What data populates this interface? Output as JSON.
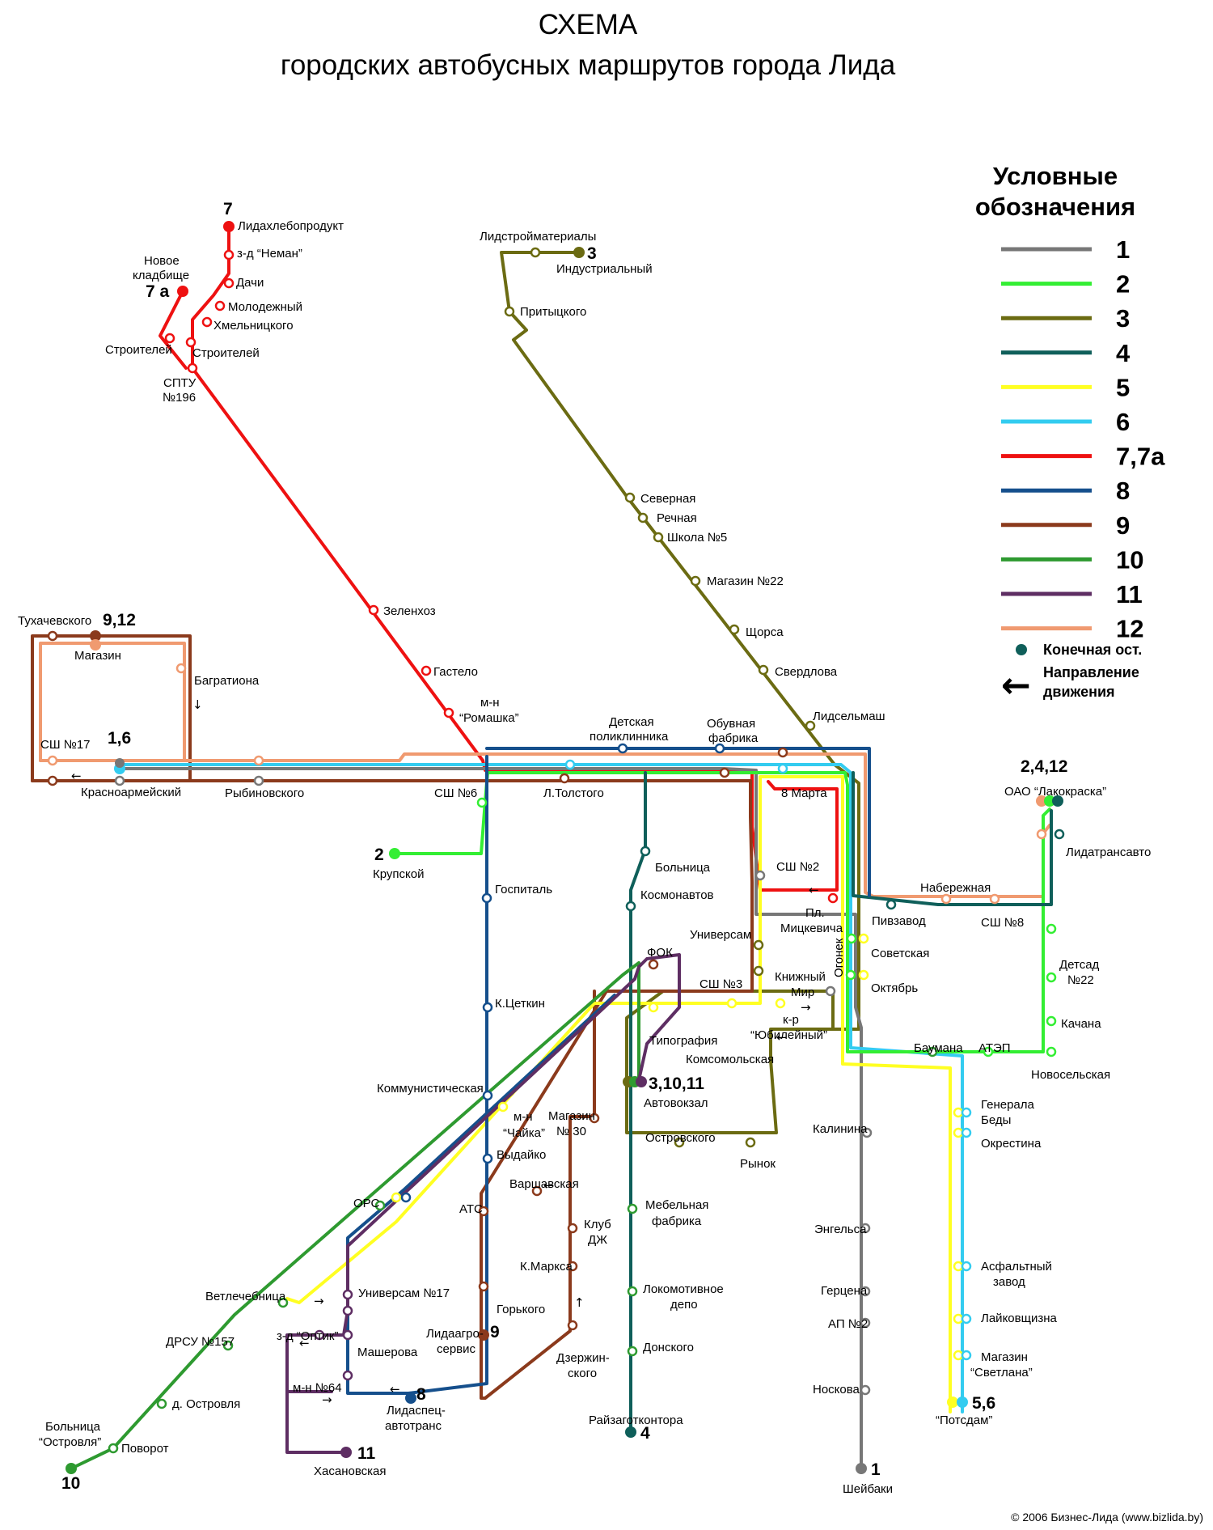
{
  "title": {
    "line1": "СХЕМА",
    "line2": "городских автобусных маршрутов города Лида"
  },
  "legend": {
    "title_line1": "Условные",
    "title_line2": "обозначения",
    "routes": [
      {
        "label": "1",
        "color": "#777777"
      },
      {
        "label": "2",
        "color": "#33ee33"
      },
      {
        "label": "3",
        "color": "#6b6b12"
      },
      {
        "label": "4",
        "color": "#0f5f5a"
      },
      {
        "label": "5",
        "color": "#ffff22"
      },
      {
        "label": "6",
        "color": "#33ccf0"
      },
      {
        "label": "7,7а",
        "color": "#ee1111"
      },
      {
        "label": "8",
        "color": "#154f8c"
      },
      {
        "label": "9",
        "color": "#8b3a1c"
      },
      {
        "label": "10",
        "color": "#2e9a30"
      },
      {
        "label": "11",
        "color": "#5e2e63"
      },
      {
        "label": "12",
        "color": "#f09a70"
      }
    ],
    "terminal_label": "Конечная ост.",
    "direction_label_line1": "Направление",
    "direction_label_line2": "движения"
  },
  "terminals": {
    "t7": "7",
    "t7a": "7 а",
    "t3": "3",
    "t912": "9,12",
    "t16": "1,6",
    "t2": "2",
    "t2412": "2,4,12",
    "t31011": "3,10,11",
    "t4": "4",
    "t9": "9",
    "t8": "8",
    "t10": "10",
    "t11": "11",
    "t1": "1",
    "t56": "5,6"
  },
  "stops": {
    "lidakhleboprodukt": "Лидахлебопродукт",
    "zd_neman": "з-д “Неман”",
    "dachi": "Дачи",
    "molodezhny": "Молодежный",
    "khmelnitskogo": "Хмельницкого",
    "stroiteley_left": "Строителей",
    "stroiteley_right": "Строителей",
    "novoe_kladbishche_1": "Новое",
    "novoe_kladbishche_2": "кладбище",
    "sptu_1": "СПТУ",
    "sptu_2": "№196",
    "zelenkhoz": "Зеленхоз",
    "gastelo": "Гастело",
    "romashka_1": "м-н",
    "romashka_2": "“Ромашка”",
    "lidstroymaterialy": "Лидстройматериалы",
    "industrialny": "Индустриальный",
    "pritytskogo": "Притыцкого",
    "severnaya": "Северная",
    "rechnaya": "Речная",
    "shkola5": "Школа №5",
    "magazin22": "Магазин №22",
    "shchorsa": "Щорса",
    "sverdlova": "Свердлова",
    "lidselmash": "Лидсельмаш",
    "tukhachevskogo": "Тухачевского",
    "magazin_w": "Магазин",
    "bagrationa": "Багратиона",
    "sh17": "СШ №17",
    "krasnoarmeysky": "Красноармейский",
    "rybinovskogo": "Рыбиновского",
    "sh6": "СШ №6",
    "l_tolstogo": "Л.Толстого",
    "detskaya_1": "Детская",
    "detskaya_2": "поликлинника",
    "obuvnaya_1": "Обувная",
    "obuvnaya_2": "фабрика",
    "vosmoe_marta": "8 Марта",
    "lakokraska_1": "ОАО “Лакокраска”",
    "lidatransavto": "Лидатрансавто",
    "krupskoy": "Крупской",
    "gospital": "Госпиталь",
    "bolnitsa": "Больница",
    "kosmonavtov": "Космонавтов",
    "sh2": "СШ №2",
    "pl_mitskevicha_1": "Пл.",
    "pl_mitskevicha_2": "Мицкевича",
    "pivzavod": "Пивзавод",
    "naberezhnaya": "Набережная",
    "sh8": "СШ №8",
    "universam": "Универсам",
    "sovetskaya": "Советская",
    "detsad_1": "Детсад",
    "detsad_2": "№22",
    "fok": "ФОК",
    "sh3": "СШ №3",
    "knizhny_1": "Книжный",
    "knizhny_2": "Мир",
    "ogonek": "Огонек",
    "oktyabr": "Октябрь",
    "k_tsetkin": "К.Цеткин",
    "yubileyny_1": "к-р",
    "yubileyny_2": "“Юбилейный”",
    "tipografiya": "Типография",
    "komsomolskaya": "Комсомольская",
    "kachana": "Качана",
    "baumana": "Баумана",
    "atep": "АТЭП",
    "novoselskaya": "Новосельская",
    "kommunisticheskaya": "Коммунистическая",
    "chayka_1": "м-н",
    "chayka_2": "“Чайка”",
    "magazin30_1": "Магазин",
    "magazin30_2": "№ 30",
    "avtovokzal": "Автовокзал",
    "kalinina": "Калинина",
    "generala_1": "Генерала",
    "generala_2": "Беды",
    "okrestina": "Окрестина",
    "vydayko": "Выдайко",
    "ostrovskogo": "Островского",
    "rynok": "Рынок",
    "varshavskaya": "Варшавская",
    "ors": "ОРС",
    "ats": "АТС",
    "klub_dzh_1": "Клуб",
    "klub_dzh_2": "ДЖ",
    "mebelnaya_1": "Мебельная",
    "mebelnaya_2": "фабрика",
    "engelsa": "Энгельса",
    "k_marksa": "К.Маркса",
    "asfaltny_1": "Асфальтный",
    "asfaltny_2": "завод",
    "vetlechebnitsa": "Ветлечебница",
    "universam17": "Универсам №17",
    "lokomotivnoe_1": "Локомотивное",
    "lokomotivnoe_2": "депо",
    "gertsena": "Герцена",
    "gorkogo": "Горького",
    "ap2": "АП №2",
    "laykovshchizna": "Лайковщизна",
    "lidaagroservis_1": "Лидаагро-",
    "lidaagroservis_2": "сервис",
    "drsu157": "ДРСУ №157",
    "zd_optik": "з-д “Оптик”",
    "masherova": "Машерова",
    "donskogo": "Донского",
    "dzerzhinskogo_1": "Дзержин-",
    "dzerzhinskogo_2": "ского",
    "svetlana_1": "Магазин",
    "svetlana_2": "“Светлана”",
    "mn64": "м-н №64",
    "noskova": "Носкова",
    "d_ostrovlya": "д. Островля",
    "lidaspets_1": "Лидаспец-",
    "lidaspets_2": "автотранс",
    "rayzagotkontora": "Райзаготконтора",
    "potsdam": "“Потсдам”",
    "bolnitsa_ostrovlya_1": "Больница",
    "bolnitsa_ostrovlya_2": "“Островля”",
    "povorot": "Поворот",
    "khasanovskaya": "Хасановская",
    "sheybaki": "Шейбаки"
  },
  "copyright": "© 2006 Бизнес-Лида (www.bizlida.by)"
}
